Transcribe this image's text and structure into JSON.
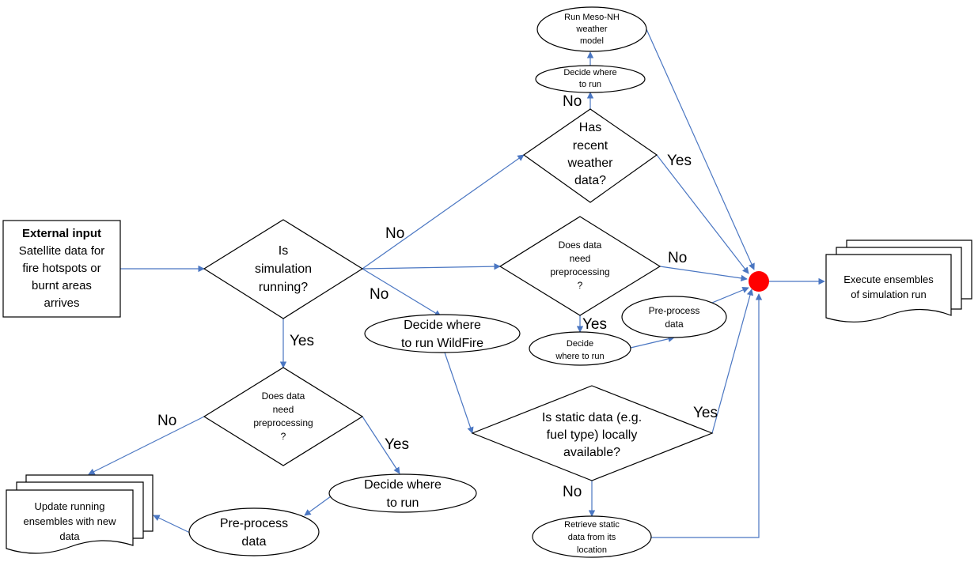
{
  "flowchart": {
    "nodes": {
      "external_input": {
        "title": "External input",
        "lines": [
          "Satellite data for",
          "fire hotspots or",
          "burnt areas",
          "arrives"
        ]
      },
      "is_sim_running": {
        "lines": [
          "Is",
          "simulation",
          "running?"
        ]
      },
      "has_weather": {
        "lines": [
          "Has",
          "recent",
          "weather",
          "data?"
        ]
      },
      "decide_where_weather": {
        "lines": [
          "Decide where",
          "to run"
        ]
      },
      "run_mesonh": {
        "lines": [
          "Run Meso-NH",
          "weather",
          "model"
        ]
      },
      "needs_preproc_top": {
        "lines": [
          "Does data",
          "need",
          "preprocessing",
          "?"
        ]
      },
      "decide_where_preproc_top": {
        "lines": [
          "Decide",
          "where to run"
        ]
      },
      "preprocess_top": {
        "lines": [
          "Pre-process",
          "data"
        ]
      },
      "decide_where_wildfire": {
        "lines": [
          "Decide where",
          "to run WildFire"
        ]
      },
      "static_available": {
        "lines": [
          "Is static data (e.g.",
          "fuel type) locally",
          "available?"
        ]
      },
      "retrieve_static": {
        "lines": [
          "Retrieve static",
          "data from its",
          "location"
        ]
      },
      "execute_ensembles": {
        "lines": [
          "Execute ensembles",
          "of simulation run"
        ]
      },
      "needs_preproc_bottom": {
        "lines": [
          "Does data",
          "need",
          "preprocessing",
          "?"
        ]
      },
      "decide_where_bottom": {
        "lines": [
          "Decide where",
          "to run"
        ]
      },
      "preprocess_bottom": {
        "lines": [
          "Pre-process",
          "data"
        ]
      },
      "update_running": {
        "lines": [
          "Update running",
          "ensembles with new",
          "data"
        ]
      }
    },
    "edge_labels": {
      "no_weather": "No",
      "no_wildfire": "No",
      "yes_running": "Yes",
      "no_mesonh": "No",
      "yes_weather": "Yes",
      "no_preproc_top": "No",
      "yes_preproc_top": "Yes",
      "yes_static": "Yes",
      "no_static": "No",
      "no_preproc_bottom": "No",
      "yes_preproc_bottom": "Yes"
    },
    "colors": {
      "edge": "#4a76c2",
      "merge_node": "#ff0000",
      "outline": "#000000"
    }
  }
}
